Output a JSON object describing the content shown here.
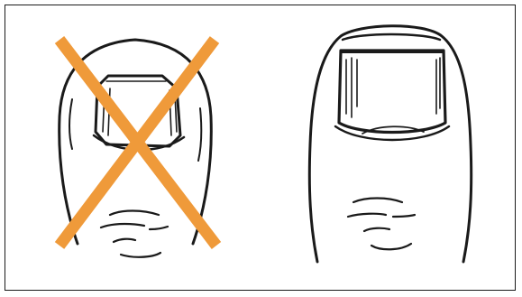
{
  "figure": {
    "panels": [
      {
        "id": "incorrect",
        "verdict": "incorrect",
        "description_icon": "finger-rounded-nail-icon"
      },
      {
        "id": "correct",
        "verdict": "correct",
        "description_icon": "finger-straight-nail-icon"
      }
    ],
    "cross_mark_icon": "x-mark-icon",
    "colors": {
      "line": "#1a1a1a",
      "cross": "#ef9a3a",
      "background": "#ffffff",
      "frame": "#1a1a1a"
    }
  }
}
